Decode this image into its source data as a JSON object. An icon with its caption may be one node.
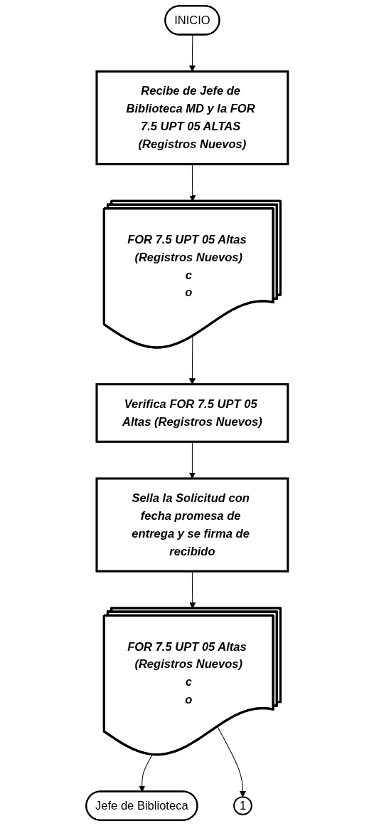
{
  "diagram": {
    "nodes": [
      {
        "text": [
          "INICIO"
        ]
      },
      {
        "text": [
          "Recibe de Jefe de Biblioteca MD y la FOR 7.5 UPT 05 ALTAS (Registros Nuevos)"
        ]
      },
      {
        "text": [
          "FOR 7.5 UPT 05 Altas (Registros Nuevos)",
          "c",
          "o"
        ]
      },
      {
        "text": [
          "Verifica FOR 7.5 UPT 05 Altas (Registros Nuevos)"
        ]
      },
      {
        "text": [
          "Sella la Solicitud con fecha promesa de entrega y se firma de recibido"
        ]
      },
      {
        "text": [
          "FOR 7.5 UPT 05 Altas (Registros Nuevos)",
          "c",
          "o"
        ]
      },
      {
        "text": [
          "Jefe de Biblioteca"
        ]
      },
      {
        "text": [
          "1"
        ]
      }
    ],
    "edges": [
      {
        "from": 0,
        "to": 1,
        "arrow": "to"
      },
      {
        "from": 1,
        "to": 2,
        "arrow": "to"
      },
      {
        "from": 2,
        "to": 3,
        "arrow": "to"
      },
      {
        "from": 3,
        "to": 4,
        "arrow": "to"
      },
      {
        "from": 4,
        "to": 5,
        "arrow": "to"
      },
      {
        "from": 5,
        "to": 6,
        "arrow": "to"
      },
      {
        "from": 5,
        "to": 7,
        "arrow": "to"
      }
    ]
  }
}
